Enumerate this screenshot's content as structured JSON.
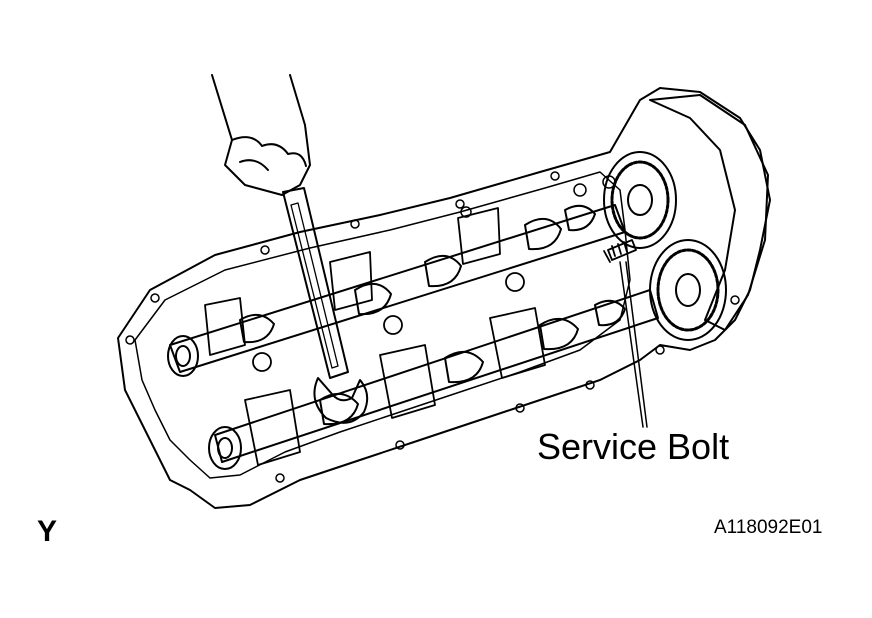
{
  "callout": {
    "label": "Service Bolt"
  },
  "view_letter": "Y",
  "figure_id": "A118092E01",
  "colors": {
    "line": "#000000",
    "background": "#ffffff"
  },
  "icons": [
    "engine-head-illustration",
    "wrench-icon",
    "hand-icon",
    "service-bolt-icon"
  ]
}
